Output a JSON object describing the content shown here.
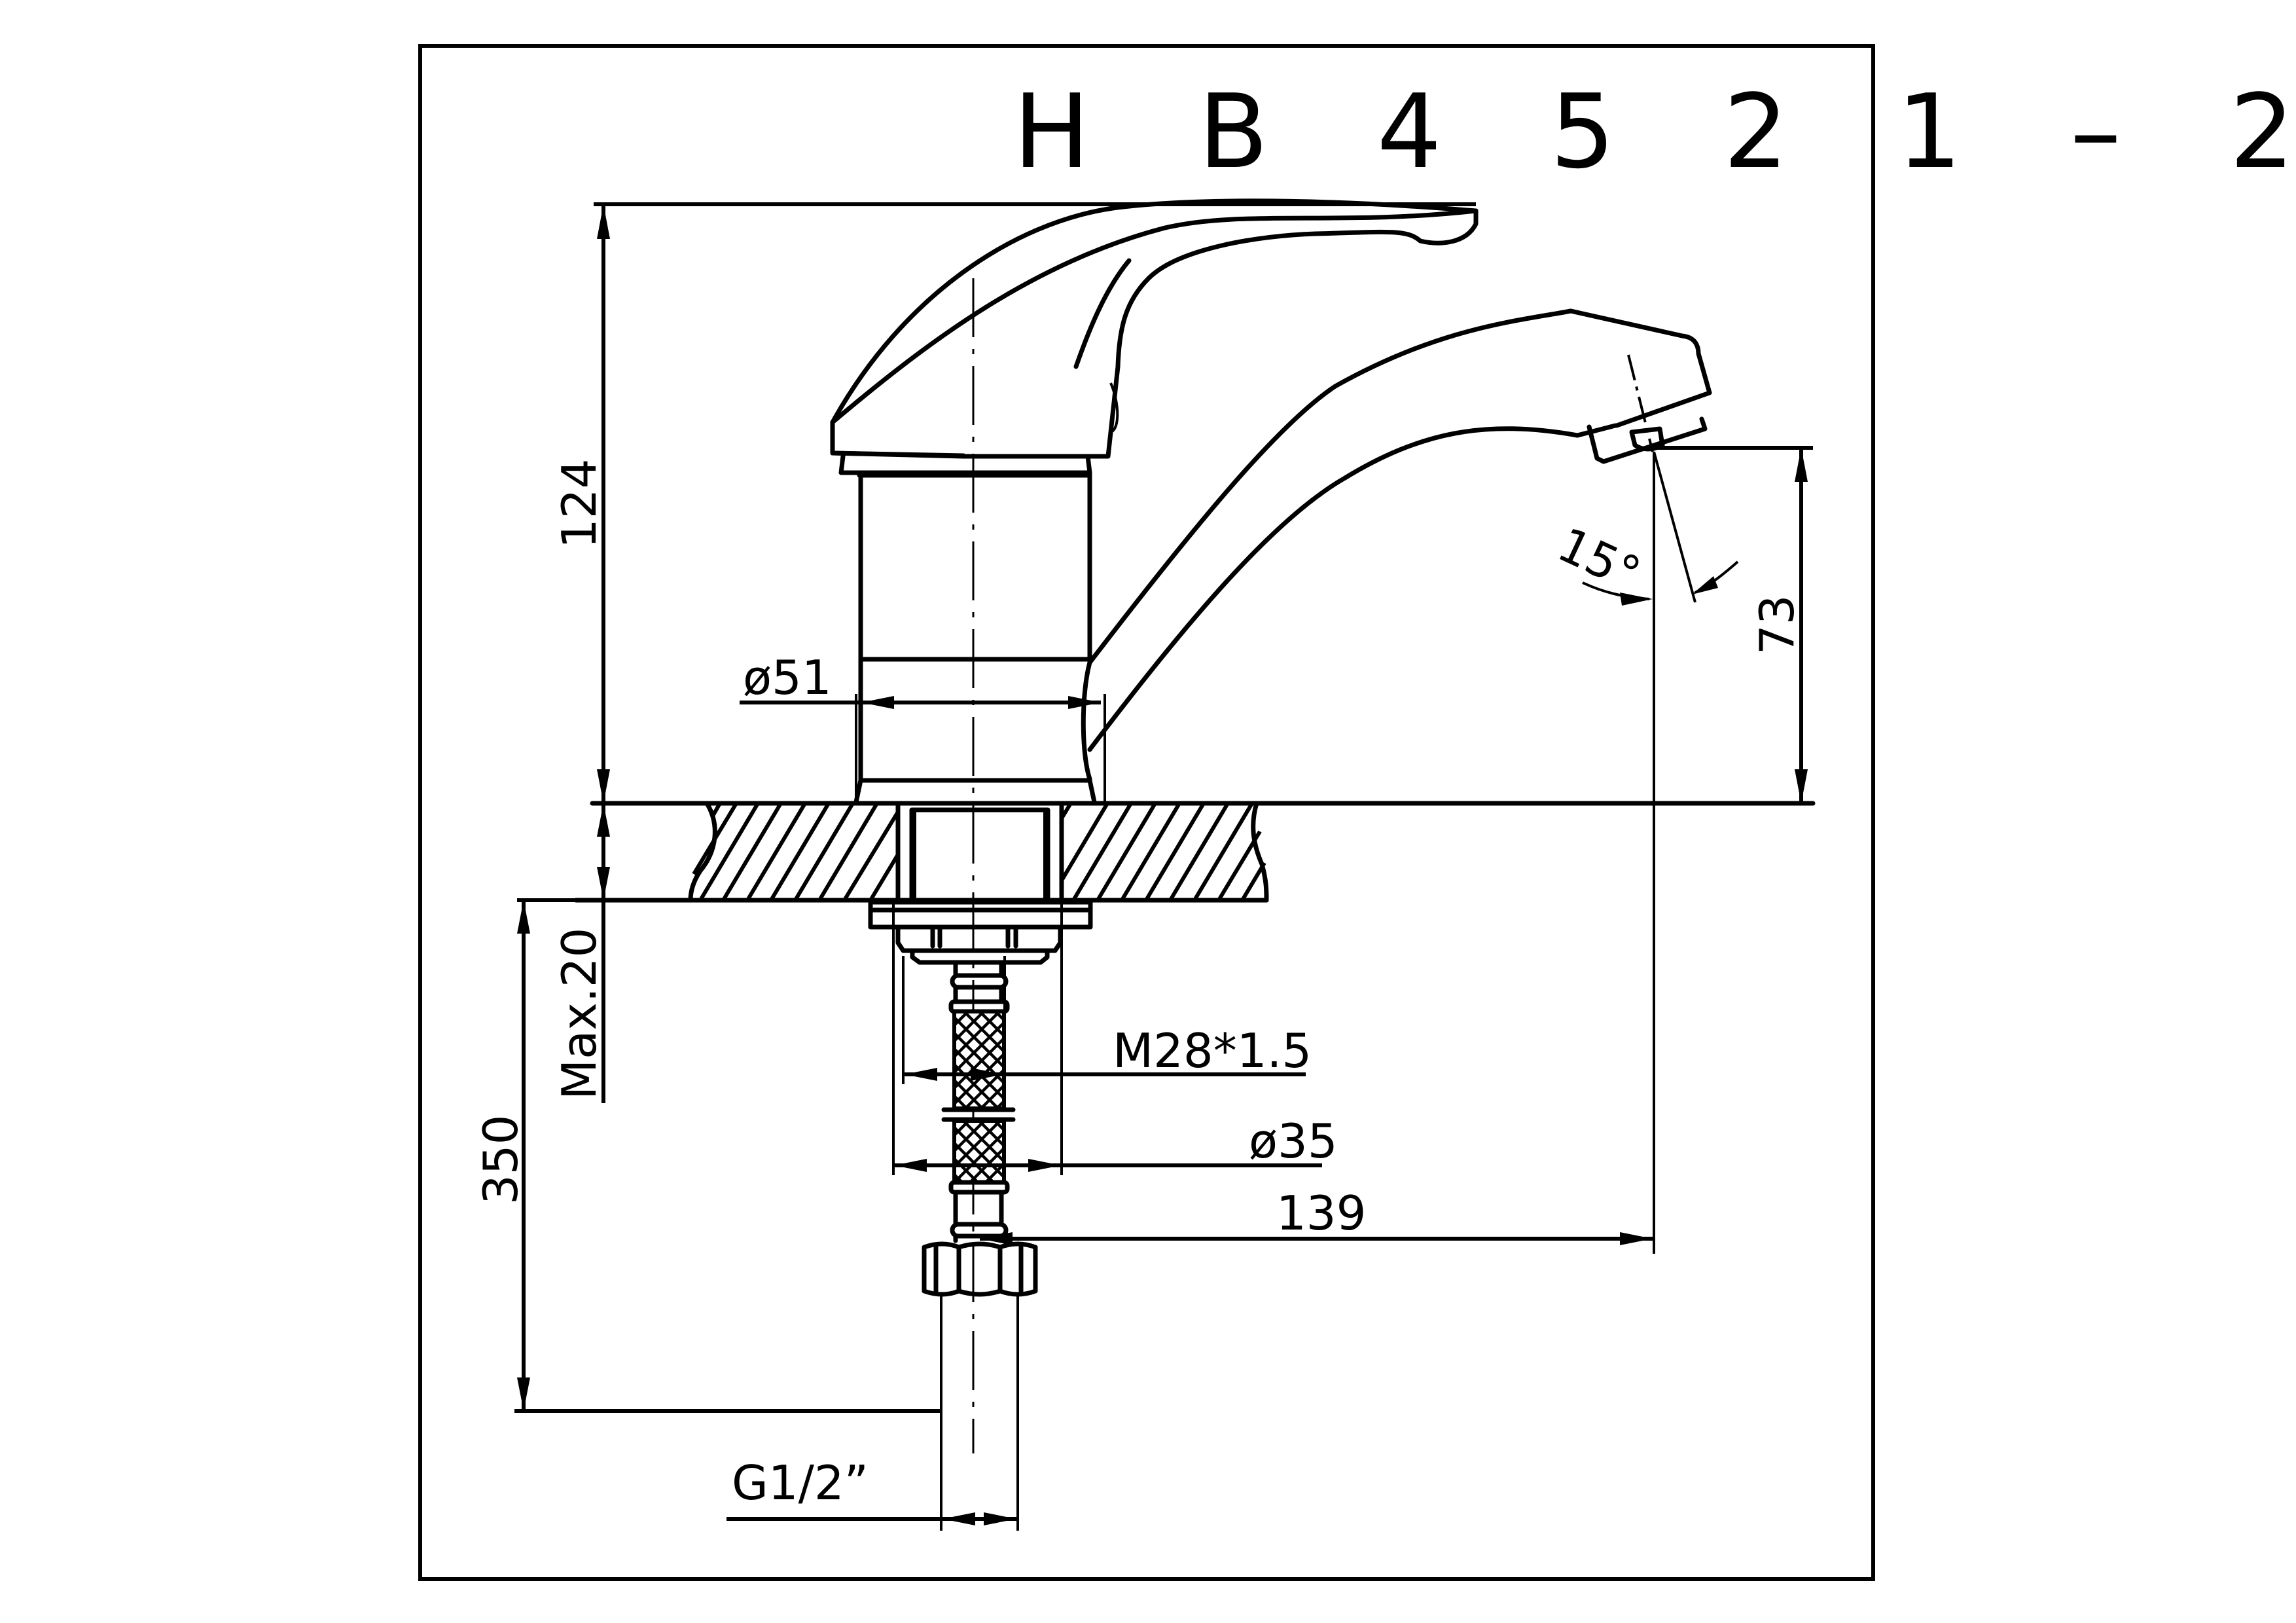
{
  "drawing": {
    "title": "HB4521-2",
    "title_display": "H B 4 5 2 1 – 2",
    "subject": "Single-lever basin mixer faucet side view",
    "line_color": "#000000",
    "background": "#ffffff"
  },
  "dimensions": {
    "total_height": "124",
    "body_diameter": "ø51",
    "spout_height": "73",
    "spout_angle": "15°",
    "max_counter_thickness": "Max.20",
    "hose_length": "350",
    "mount_thread": "M28*1.5",
    "hole_diameter": "ø35",
    "spout_reach": "139",
    "hose_connection": "G1/2”"
  },
  "parts": [
    "lever-handle",
    "cartridge-body",
    "spout",
    "aerator",
    "countertop-section",
    "mounting-nut",
    "braided-hose",
    "hose-fitting-nut"
  ]
}
